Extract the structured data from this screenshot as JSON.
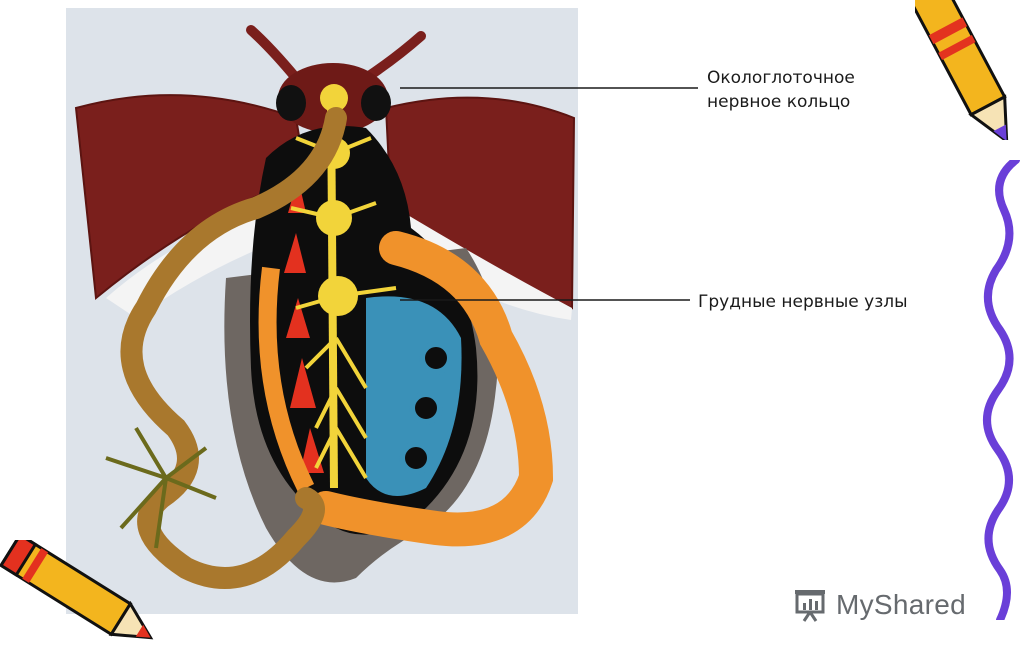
{
  "labels": {
    "pharyngeal_ring_line1": "Окологлоточное",
    "pharyngeal_ring_line2": "нервное кольцо",
    "thoracic_ganglia": "Грудные нервные узлы"
  },
  "watermark": {
    "text": "MyShared"
  },
  "colors": {
    "background": "#ffffff",
    "panel": "#dde3ea",
    "nerve_yellow": "#f2d43a",
    "gut_brown": "#a9782d",
    "gut_orange": "#f0922b",
    "heart_red": "#e3311f",
    "tissue_blue": "#3a91b8",
    "wing_maroon": "#7a1f1c",
    "border_purple": "#6a3fd8"
  }
}
